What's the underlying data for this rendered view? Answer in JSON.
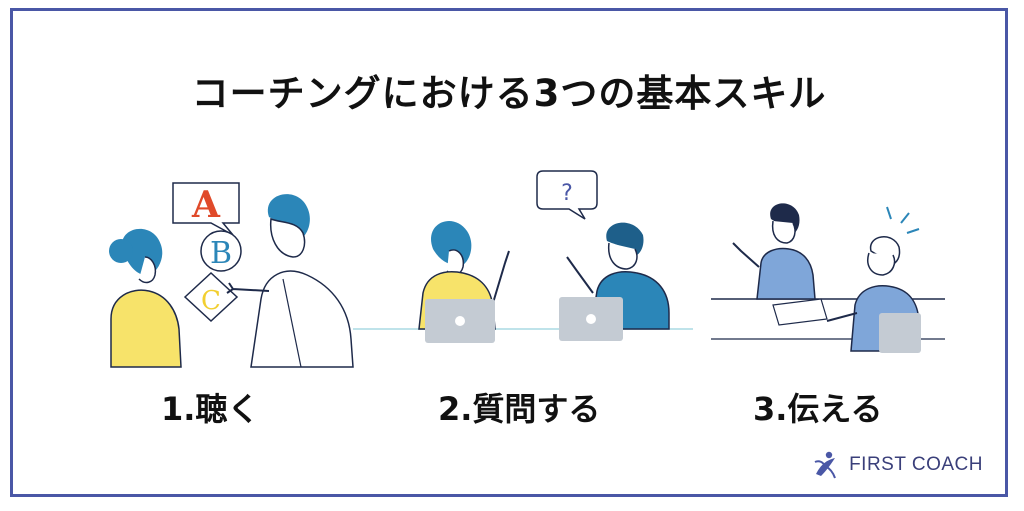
{
  "title": "コーチングにおける3つの基本スキル",
  "skills": [
    {
      "label": "1.聴く",
      "illustration": "listening-conversation-illustration",
      "bubble_letters": [
        "A",
        "B",
        "C"
      ]
    },
    {
      "label": "2.質問する",
      "illustration": "questioning-meeting-illustration",
      "bubble_text": "?"
    },
    {
      "label": "3.伝える",
      "illustration": "conveying-discussion-illustration"
    }
  ],
  "brand": {
    "name": "FIRST COACH",
    "logo_icon": "figure-leaf-logo-icon"
  },
  "colors": {
    "frame": "#4a57a6",
    "yellow": "#f7e36a",
    "teal": "#2b86b8",
    "navy": "#1e2a4a",
    "light_blue": "#7fa6d9",
    "red_letter": "#e04a2a",
    "laptop_grey": "#c4cbd3"
  }
}
